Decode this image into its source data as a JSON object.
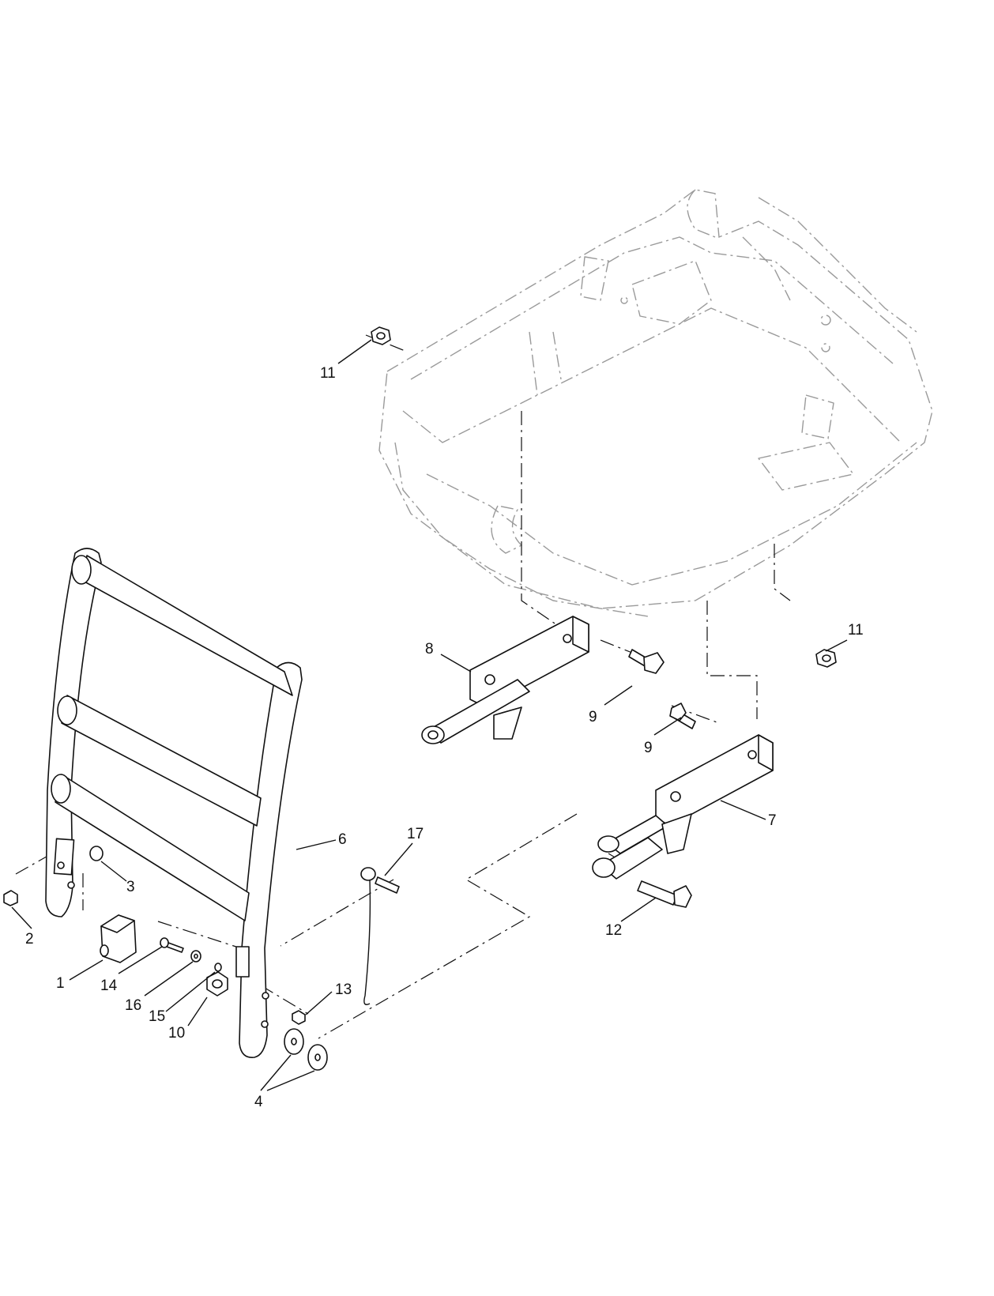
{
  "callouts": [
    {
      "id": "c1",
      "text": "1"
    },
    {
      "id": "c2",
      "text": "2"
    },
    {
      "id": "c3",
      "text": "3"
    },
    {
      "id": "c4",
      "text": "4"
    },
    {
      "id": "c6",
      "text": "6"
    },
    {
      "id": "c7",
      "text": "7"
    },
    {
      "id": "c8",
      "text": "8"
    },
    {
      "id": "c9a",
      "text": "9"
    },
    {
      "id": "c9b",
      "text": "9"
    },
    {
      "id": "c10",
      "text": "10"
    },
    {
      "id": "c11a",
      "text": "11"
    },
    {
      "id": "c11b",
      "text": "11"
    },
    {
      "id": "c12",
      "text": "12"
    },
    {
      "id": "c13",
      "text": "13"
    },
    {
      "id": "c14",
      "text": "14"
    },
    {
      "id": "c15",
      "text": "15"
    },
    {
      "id": "c16",
      "text": "16"
    },
    {
      "id": "c17",
      "text": "17"
    }
  ]
}
